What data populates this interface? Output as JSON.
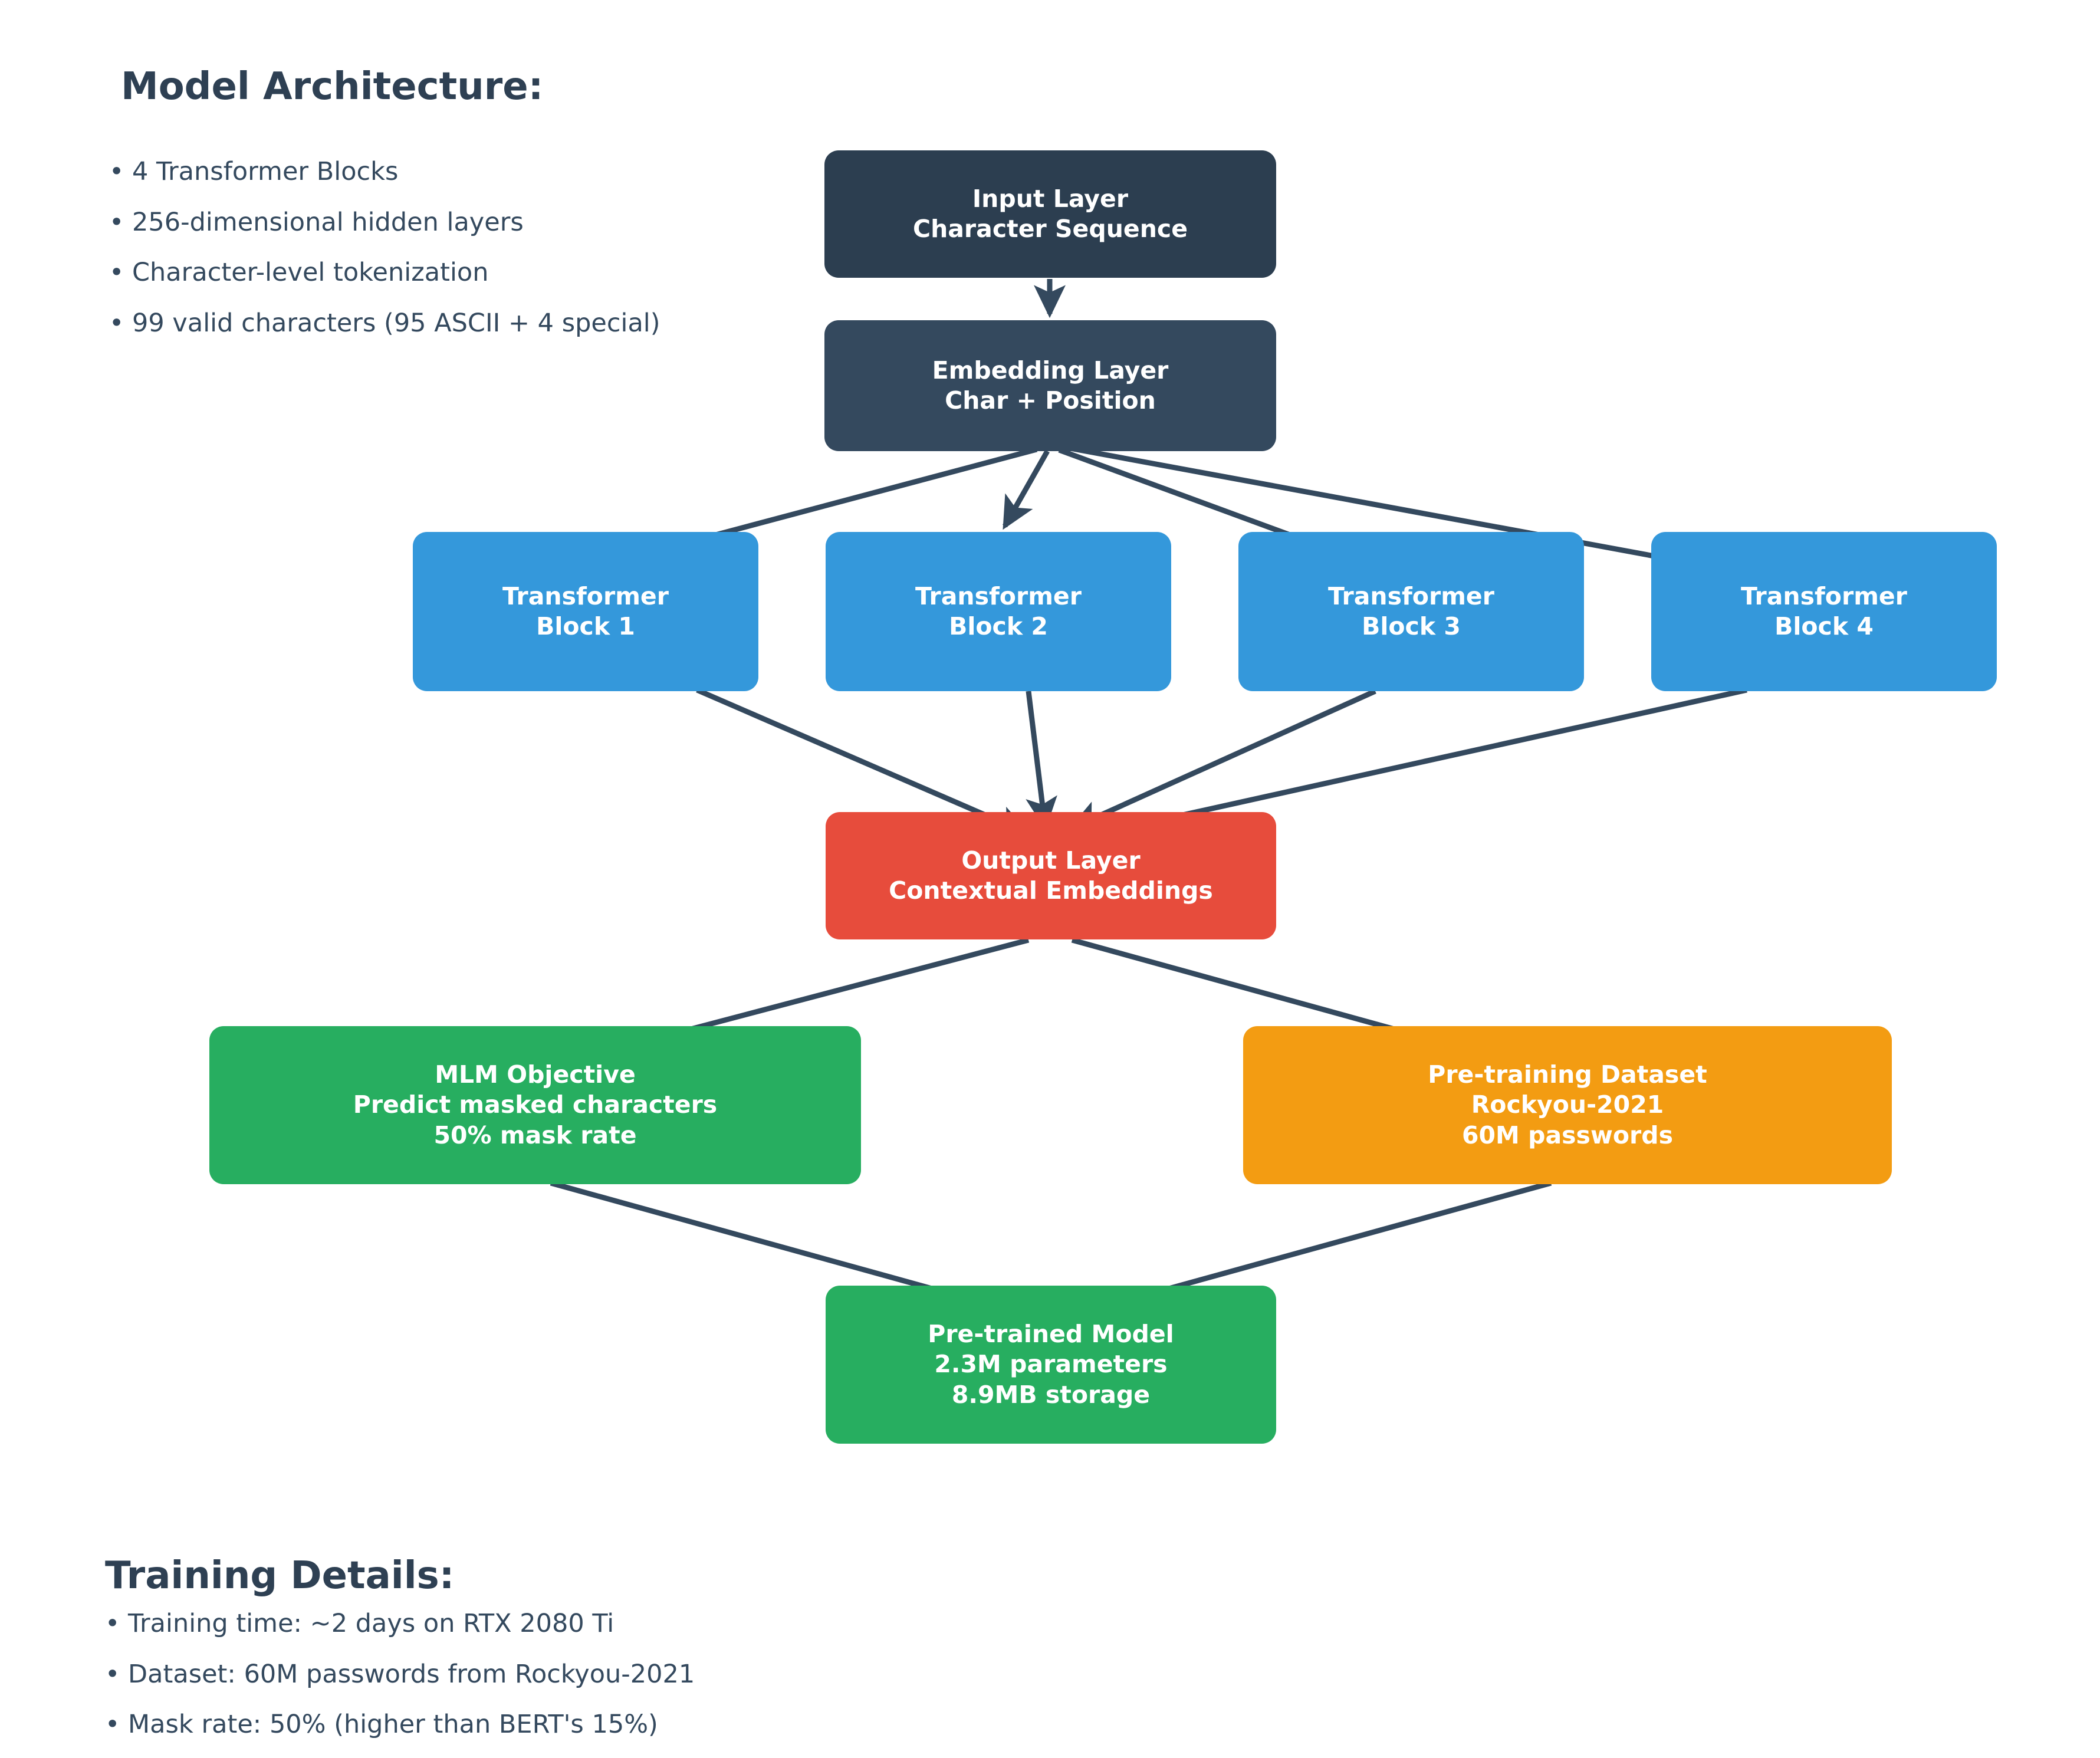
{
  "page": {
    "background": "#ffffff",
    "text_color": "#2e4053"
  },
  "architecture_section": {
    "title": "Model Architecture:",
    "bullets": [
      "• 4 Transformer Blocks",
      "• 256-dimensional hidden layers",
      "• Character-level tokenization",
      "• 99 valid characters (95 ASCII + 4 special)"
    ]
  },
  "training_section": {
    "title": "Training Details:",
    "bullets": [
      "• Training time: ~2 days on RTX 2080 Ti",
      "• Dataset: 60M passwords from Rockyou-2021",
      "• Mask rate: 50% (higher than BERT's 15%)"
    ]
  },
  "diagram": {
    "arrow_color": "#34495e",
    "nodes": {
      "input": {
        "line1": "Input Layer",
        "line2": "Character Sequence",
        "color": "#2c3e50"
      },
      "embedding": {
        "line1": "Embedding Layer",
        "line2": "Char + Position",
        "color": "#34495e"
      },
      "block1": {
        "line1": "Transformer",
        "line2": "Block 1",
        "color": "#3498db"
      },
      "block2": {
        "line1": "Transformer",
        "line2": "Block 2",
        "color": "#3498db"
      },
      "block3": {
        "line1": "Transformer",
        "line2": "Block 3",
        "color": "#3498db"
      },
      "block4": {
        "line1": "Transformer",
        "line2": "Block 4",
        "color": "#3498db"
      },
      "output": {
        "line1": "Output Layer",
        "line2": "Contextual Embeddings",
        "color": "#e74c3c"
      },
      "mlm": {
        "line1": "MLM Objective",
        "line2": "Predict masked characters",
        "line3": "50% mask rate",
        "color": "#27ae60"
      },
      "dataset": {
        "line1": "Pre-training Dataset",
        "line2": "Rockyou-2021",
        "line3": "60M passwords",
        "color": "#f39c12"
      },
      "pretrained": {
        "line1": "Pre-trained Model",
        "line2": "2.3M parameters",
        "line3": "8.9MB storage",
        "color": "#27ae60"
      }
    }
  }
}
